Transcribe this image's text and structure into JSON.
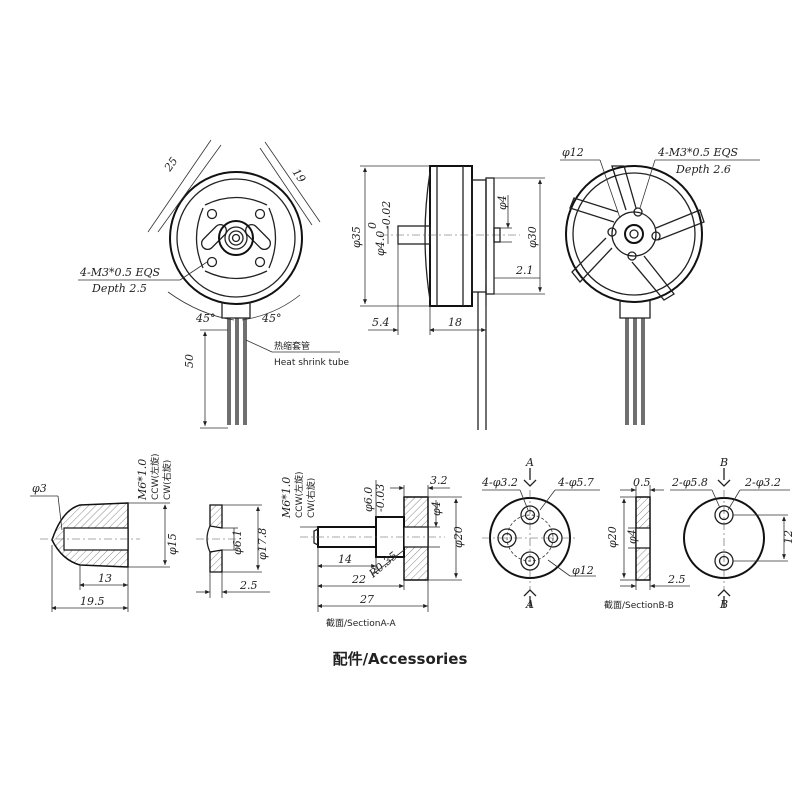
{
  "front_view": {
    "dim_25": "25",
    "dim_19": "19",
    "screw_spec": "4-M3*0.5 EQS",
    "screw_depth": "Depth 2.5",
    "angle_left": "45°",
    "angle_right": "45°",
    "lead_length": "50",
    "heat_shrink_cn": "热缩套管",
    "heat_shrink_en": "Heat shrink tube"
  },
  "side_view": {
    "dia_35": "φ35",
    "shaft_dia": "φ4.0",
    "shaft_tol_top": "0",
    "shaft_tol_bot": "-0.02",
    "dia_4": "φ4",
    "dia_30": "φ30",
    "dim_21": "2.1",
    "dim_54": "5.4",
    "dim_18": "18"
  },
  "rear_view": {
    "dia_12": "φ12",
    "screw_spec": "4-M3*0.5 EQS",
    "screw_depth": "Depth 2.6"
  },
  "accessories": {
    "title": "配件/Accessories",
    "spinner": {
      "dia_3": "φ3",
      "thread": "M6*1.0",
      "ccw": "CCW(左旋)",
      "cw": "CW(右旋)",
      "dia_15": "φ15",
      "len_13": "13",
      "len_195": "19.5"
    },
    "washer": {
      "dia_61": "φ6.1",
      "dia_178": "φ17.8",
      "thick_25": "2.5"
    },
    "adapter": {
      "thread": "M6*1.0",
      "ccw": "CCW(左旋)",
      "cw": "CW(右旋)",
      "dia_6": "φ6.0",
      "dia_6_tol": "-0.03",
      "dim_32": "3.2",
      "dia_4": "φ4",
      "dia_20": "φ20",
      "len_14": "14",
      "len_22": "22",
      "len_27": "27",
      "radius": "R0.35",
      "section": "截面/SectionA-A"
    },
    "plate_a": {
      "label_a_top": "A",
      "label_a_bot": "A",
      "holes_32": "4-φ3.2",
      "holes_57": "4-φ5.7",
      "dia_12": "φ12"
    },
    "plate_b_section": {
      "dim_05": "0.5",
      "dia_20": "φ20",
      "dia_4": "φ4",
      "thick_25": "2.5",
      "section": "截面/SectionB-B"
    },
    "plate_b": {
      "label_b_top": "B",
      "label_b_bot": "B",
      "holes_58": "2-φ5.8",
      "holes_32": "2-φ3.2",
      "dim_12": "12"
    }
  }
}
